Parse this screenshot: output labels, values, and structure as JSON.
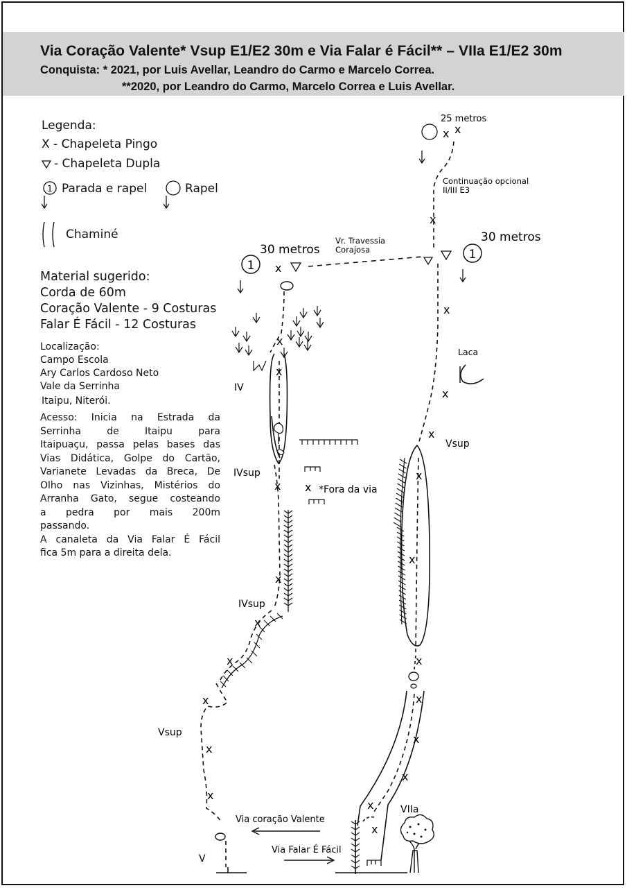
{
  "header": {
    "title": "Via Coração Valente* Vsup E1/E2 30m e Via Falar é Fácil** – VIIa E1/E2 30m",
    "conquista_line1": "Conquista:  *  2021, por Luis Avellar, Leandro do Carmo e Marcelo Correa.",
    "conquista_line2": "**2020, por Leandro do Carmo, Marcelo Correa e Luis Avellar."
  },
  "legend": {
    "title": "Legenda:",
    "pingo": "X - Chapeleta Pingo",
    "dupla": "- Chapeleta Dupla",
    "parada_num": "1",
    "parada": "Parada e rapel",
    "rapel": "Rapel",
    "chamine": "Chaminé"
  },
  "material": {
    "title": "Material sugerido:",
    "corda": "Corda de 60m",
    "coracao": "Coração Valente - 9 Costuras",
    "falar": "Falar É Fácil - 12 Costuras"
  },
  "localizacao": {
    "title": "Localização:",
    "lines": [
      "Campo Escola",
      "Ary Carlos Cardoso Neto",
      "Vale da Serrinha",
      "Itaipu, Niterói."
    ]
  },
  "acesso": {
    "lines": [
      "Acesso: Inicia na Estrada da",
      "Serrinha de Itaipu para",
      "Itaipuaçu, passa pelas bases das",
      "Vias Didática, Golpe do Cartão,",
      "Varianete Levadas da Breca, De",
      "Olho nas Vizinhas, Mistérios do",
      "Arranha Gato, segue  costeando",
      "a pedra por mais 200m",
      "passando.",
      "A canaleta da Via Falar É Fácil",
      "fica 5m para a direita dela."
    ]
  },
  "topo": {
    "bolt_mark": "x",
    "label_25m": "25 metros",
    "continuacao_1": "Continuação opcional",
    "continuacao_2": "II/III E3",
    "travessia_1": "Vr. Travessia",
    "travessia_2": "Corajosa",
    "label_30m_left": "30 metros",
    "label_30m_right": "30 metros",
    "anchor_left_num": "1",
    "anchor_right_num": "1",
    "laca": "Laca",
    "grade_vsup_right": "Vsup",
    "grade_iv": "IV",
    "grade_ivsup_1": "IVsup",
    "grade_ivsup_2": "IVsup",
    "fora_da_via": "*Fora da via",
    "grade_vsup_left": "Vsup",
    "grade_viia": "VIIa",
    "grade_v": "V",
    "arrow_coracao": "Via coração Valente",
    "arrow_falar": "Via Falar É Fácil"
  },
  "colors": {
    "header_bg": "#d3d3d3",
    "ink": "#111111"
  }
}
